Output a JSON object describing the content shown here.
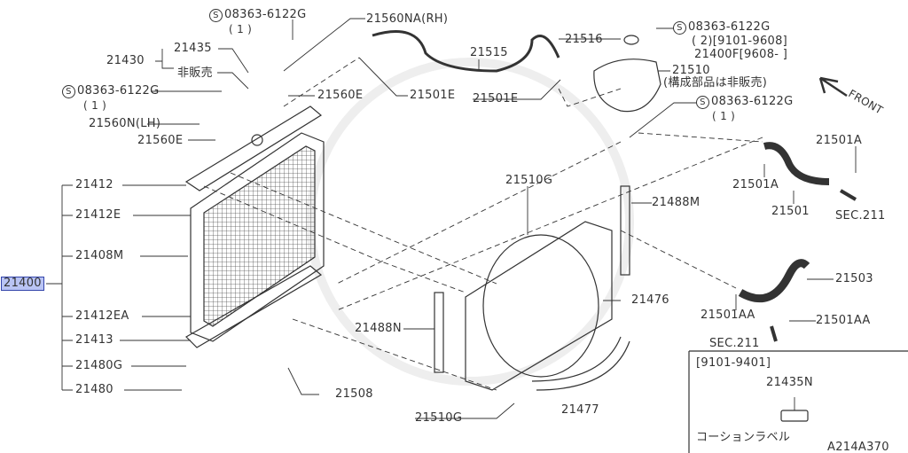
{
  "labels": {
    "bolt_top": "08363-6122G",
    "bolt_top_qty": "( 1 )",
    "p21560NA": "21560NA(RH)",
    "p21435": "21435",
    "p21430": "21430",
    "not_sold": "非販売",
    "bolt_left": "08363-6122G",
    "bolt_left_qty": "( 1 )",
    "p21560E_a": "21560E",
    "p21501E_a": "21501E",
    "p21515": "21515",
    "p21516": "21516",
    "bolt_tank": "08363-6122G",
    "bolt_tank_qty": "( 2)[9101-9608]",
    "p21400F": "21400F[9608-     ]",
    "p21510": "21510",
    "p21510_note": "(構成部品は非販売)",
    "p21501E_b": "21501E",
    "bolt_tank2": "08363-6122G",
    "bolt_tank2_qty": "( 1 )",
    "front": "FRONT",
    "p21560N": "21560N(LH)",
    "p21560E_b": "21560E",
    "p21501A_a": "21501A",
    "p21501A_b": "21501A",
    "p21501": "21501",
    "sec211_a": "SEC.211",
    "p21510G_a": "21510G",
    "p21488M": "21488M",
    "p21412": "21412",
    "p21412E": "21412E",
    "p21408M": "21408M",
    "p21400": "21400",
    "p21503": "21503",
    "p21476": "21476",
    "p21501AA_a": "21501AA",
    "p21501AA_b": "21501AA",
    "p21412EA": "21412EA",
    "p21488N": "21488N",
    "sec211_b": "SEC.211",
    "p21413": "21413",
    "p21480G": "21480G",
    "p21480": "21480",
    "p21508": "21508",
    "p21477": "21477",
    "p21510G_b": "21510G"
  },
  "inset": {
    "range": "[9101-9401]",
    "part": "21435N",
    "caption": "コーションラベル",
    "diagram_code": "A214A370"
  },
  "colors": {
    "line": "#333333",
    "highlight": "#b9c4f4"
  }
}
